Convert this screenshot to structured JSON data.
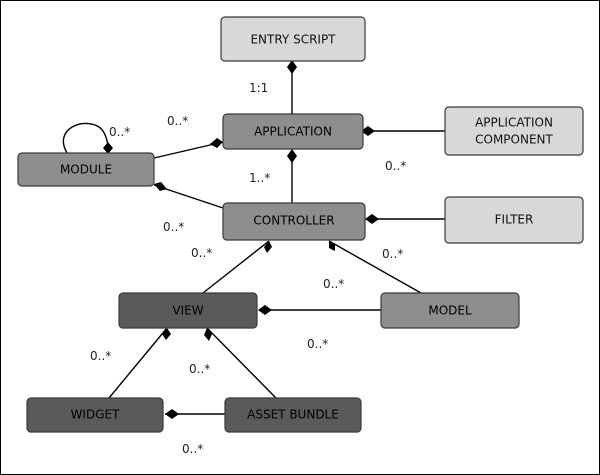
{
  "colors": {
    "light": "#d8d8d8",
    "medium": "#8e8e8e",
    "dark": "#5a5a5a",
    "light_text": "#111111",
    "dark_text": "#000000"
  },
  "nodes": {
    "entry_script": {
      "label": "ENTRY SCRIPT"
    },
    "application": {
      "label": "APPLICATION"
    },
    "application_component": {
      "line1": "APPLICATION",
      "line2": "COMPONENT"
    },
    "module": {
      "label": "MODULE"
    },
    "controller": {
      "label": "CONTROLLER"
    },
    "filter": {
      "label": "FILTER"
    },
    "view": {
      "label": "VIEW"
    },
    "model": {
      "label": "MODEL"
    },
    "widget": {
      "label": "WIDGET"
    },
    "asset_bundle": {
      "label": "ASSET BUNDLE"
    }
  },
  "multiplicities": {
    "entry_application": "1:1",
    "module_self": "0..*",
    "module_application": "0..*",
    "application_component": "0..*",
    "application_controller": "1..*",
    "module_controller": "0..*",
    "controller_view": "0..*",
    "controller_model": "0..*",
    "model_controller": "0..*",
    "view_model": "0..*",
    "view_widget": "0..*",
    "view_asset_bundle": "0..*",
    "widget_asset_bundle": "0..*"
  }
}
